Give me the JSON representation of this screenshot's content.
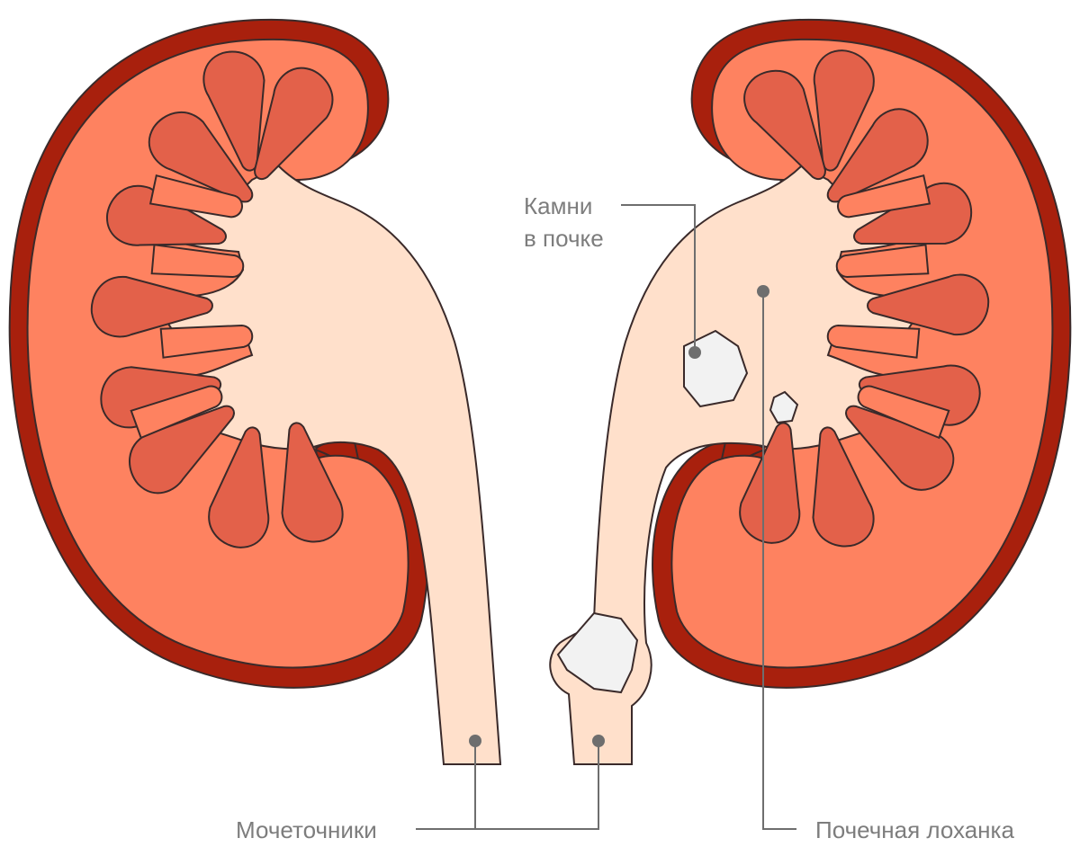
{
  "colors": {
    "capsule": "#a8200d",
    "cortex": "#fe8260",
    "pyramid": "#e3614a",
    "pelvis": "#ffe0cb",
    "stone": "#f2f2f2",
    "outline": "#3a2a2a",
    "leader": "#6e6e6e",
    "label": "#7d7d7d"
  },
  "labels": {
    "kidney_stones_line1": "Камни",
    "kidney_stones_line2": "в почке",
    "ureters": "Мочеточники",
    "renal_pelvis": "Почечная лоханка"
  }
}
